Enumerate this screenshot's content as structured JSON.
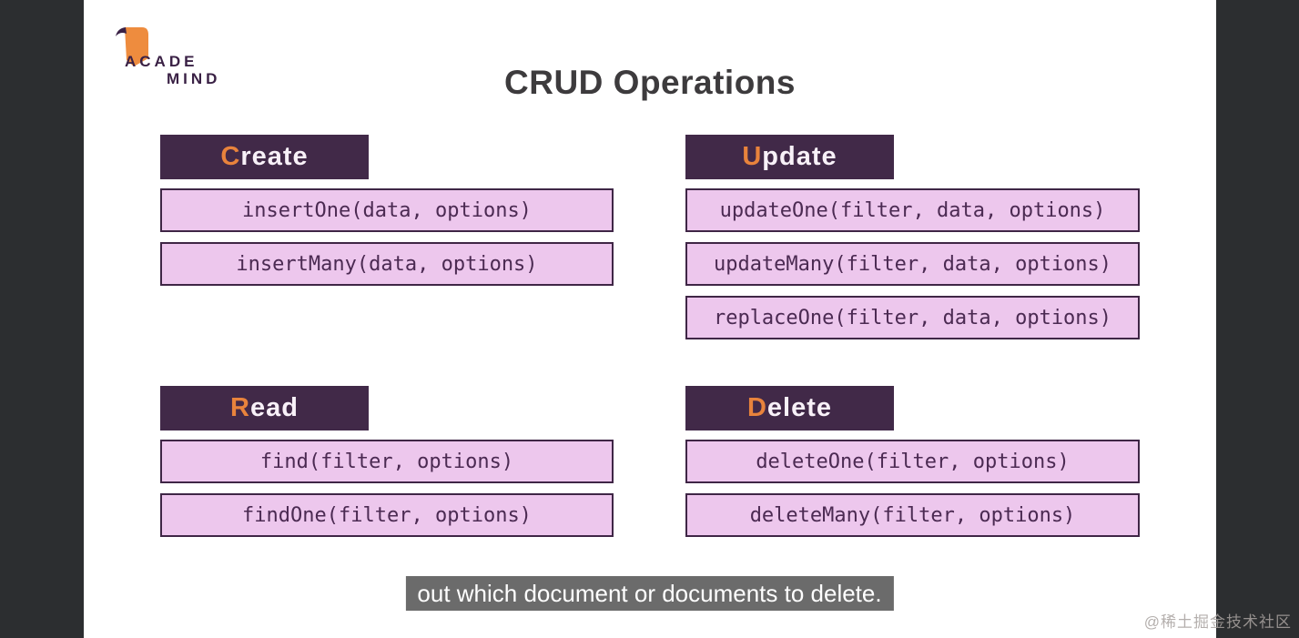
{
  "title": "CRUD Operations",
  "logo": {
    "line1": "ACADE",
    "line2": "MIND"
  },
  "sections": [
    {
      "name": "Create",
      "header": {
        "first": "C",
        "rest": "reate"
      },
      "methods": [
        "insertOne(data, options)",
        "insertMany(data, options)"
      ]
    },
    {
      "name": "Update",
      "header": {
        "first": "U",
        "rest": "pdate"
      },
      "methods": [
        "updateOne(filter, data, options)",
        "updateMany(filter, data, options)",
        "replaceOne(filter, data, options)"
      ]
    },
    {
      "name": "Read",
      "header": {
        "first": "R",
        "rest": "ead"
      },
      "methods": [
        "find(filter, options)",
        "findOne(filter, options)"
      ]
    },
    {
      "name": "Delete",
      "header": {
        "first": "D",
        "rest": "elete"
      },
      "methods": [
        "deleteOne(filter, options)",
        "deleteMany(filter, options)"
      ]
    }
  ],
  "caption": {
    "text": "out which document or documents to delete."
  },
  "watermark": {
    "text": "@稀土掘金技术社区"
  },
  "colors": {
    "accent_orange": "#e8833c",
    "header_bg": "#412948",
    "header_text": "#f8f1f8",
    "box_bg": "#edc7ed",
    "box_border": "#3f2646",
    "code_text": "#4b2a52",
    "title_text": "#3d3b3d",
    "side_bar": "#2c2e30",
    "caption_bg": "#6b6b6b",
    "caption_text": "#ffffff"
  }
}
